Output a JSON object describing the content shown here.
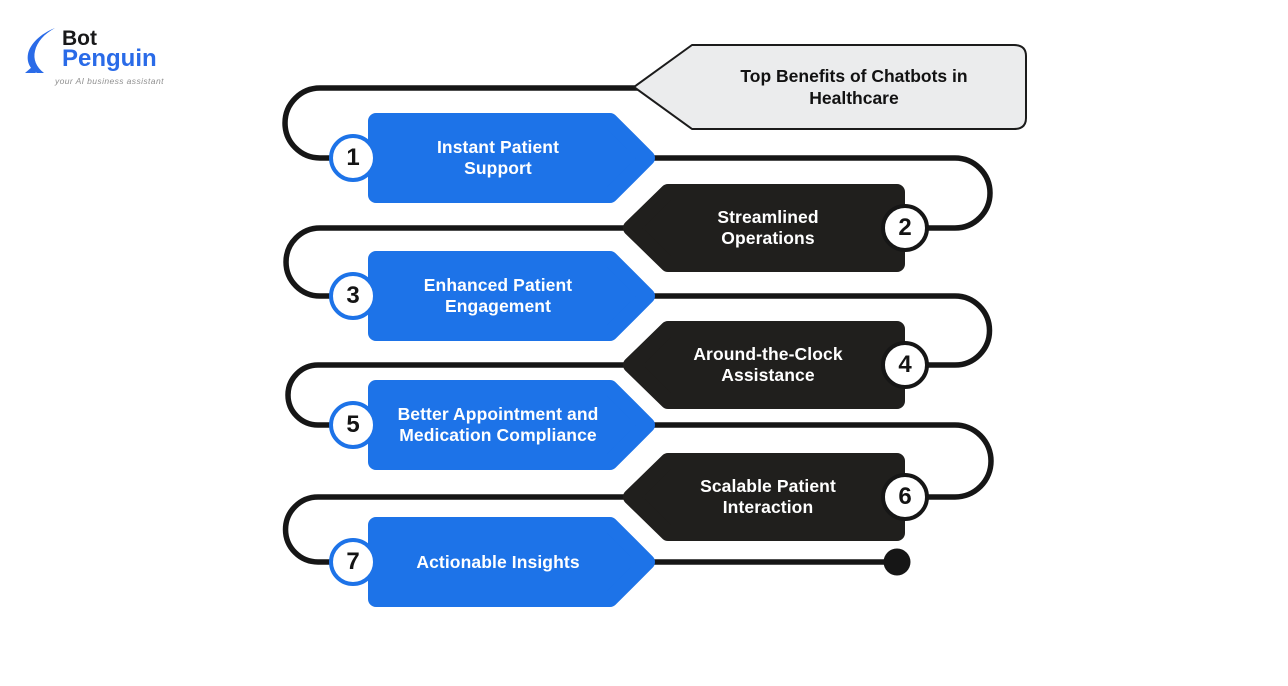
{
  "logo": {
    "brand_bot": "Bot",
    "brand_penguin": "Penguin",
    "tagline": "your AI business assistant"
  },
  "banner": {
    "title": "Top Benefits of Chatbots in\nHealthcare"
  },
  "items": [
    {
      "number": "1",
      "label": "Instant Patient\nSupport",
      "variant": "blue"
    },
    {
      "number": "2",
      "label": "Streamlined\nOperations",
      "variant": "dark"
    },
    {
      "number": "3",
      "label": "Enhanced Patient\nEngagement",
      "variant": "blue"
    },
    {
      "number": "4",
      "label": "Around-the-Clock\nAssistance",
      "variant": "dark"
    },
    {
      "number": "5",
      "label": "Better Appointment and\nMedication Compliance",
      "variant": "blue"
    },
    {
      "number": "6",
      "label": "Scalable Patient\nInteraction",
      "variant": "dark"
    },
    {
      "number": "7",
      "label": "Actionable Insights",
      "variant": "blue"
    }
  ],
  "colors": {
    "accent_blue": "#1d73e8",
    "dark_box": "#201f1d",
    "banner_bg": "#ebeced",
    "connector_line": "#161616",
    "background": "#ffffff"
  }
}
